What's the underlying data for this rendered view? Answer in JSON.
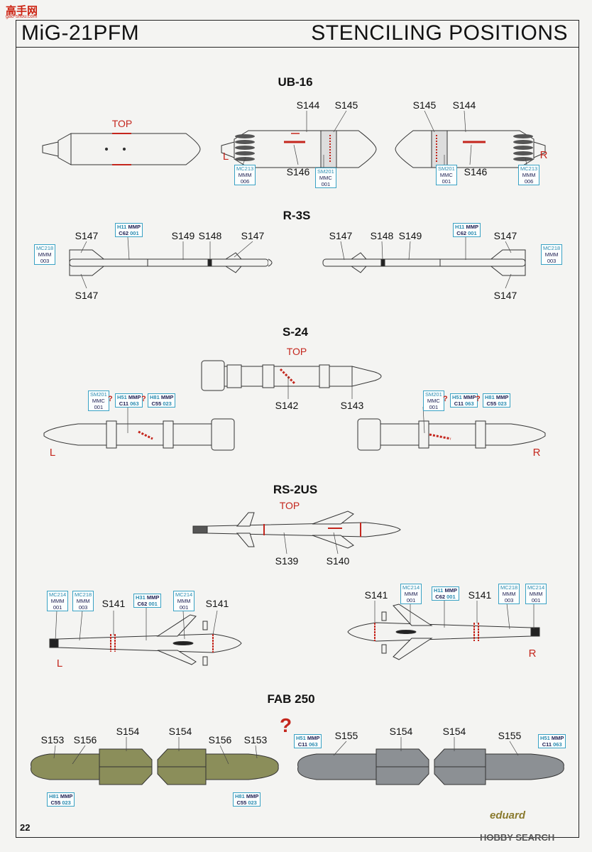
{
  "watermark": {
    "top": "高手网",
    "sub": "gao-shou.com"
  },
  "header": {
    "model": "MiG-21PFM",
    "title": "STENCILING POSITIONS"
  },
  "sections": {
    "ub16": "UB-16",
    "r3s": "R-3S",
    "s24": "S-24",
    "rs2us": "RS-2US",
    "fab250": "FAB 250"
  },
  "labels": {
    "top": "TOP",
    "left": "L",
    "right": "R",
    "question": "?"
  },
  "stencils": {
    "s139": "S139",
    "s140": "S140",
    "s141": "S141",
    "s142": "S142",
    "s143": "S143",
    "s144": "S144",
    "s145": "S145",
    "s146": "S146",
    "s147": "S147",
    "s148": "S148",
    "s149": "S149",
    "s153": "S153",
    "s154": "S154",
    "s155": "S155",
    "s156": "S156"
  },
  "paint_codes": {
    "mc213": [
      "MC213",
      "MMM",
      "006"
    ],
    "sm201": [
      "SM201",
      "MMC",
      "001"
    ],
    "mc218": [
      "MC218",
      "MMM",
      "003"
    ],
    "h11": [
      "H11",
      "MMP",
      "C62",
      "001"
    ],
    "h51": [
      "H51",
      "MMP",
      "C11",
      "063"
    ],
    "h81": [
      "H81",
      "MMP",
      "C55",
      "023"
    ],
    "mc214": [
      "MC214",
      "MMM",
      "001"
    ],
    "h31": [
      "H31",
      "MMP",
      "C62",
      "001"
    ]
  },
  "colors": {
    "accent_red": "#c4261d",
    "callout_cyan": "#3aa2c4",
    "olive": "#8b8e5a",
    "grey": "#8c9094"
  },
  "footer": {
    "page": "22",
    "brand": "eduard",
    "source": "HOBBY SEARCH"
  }
}
